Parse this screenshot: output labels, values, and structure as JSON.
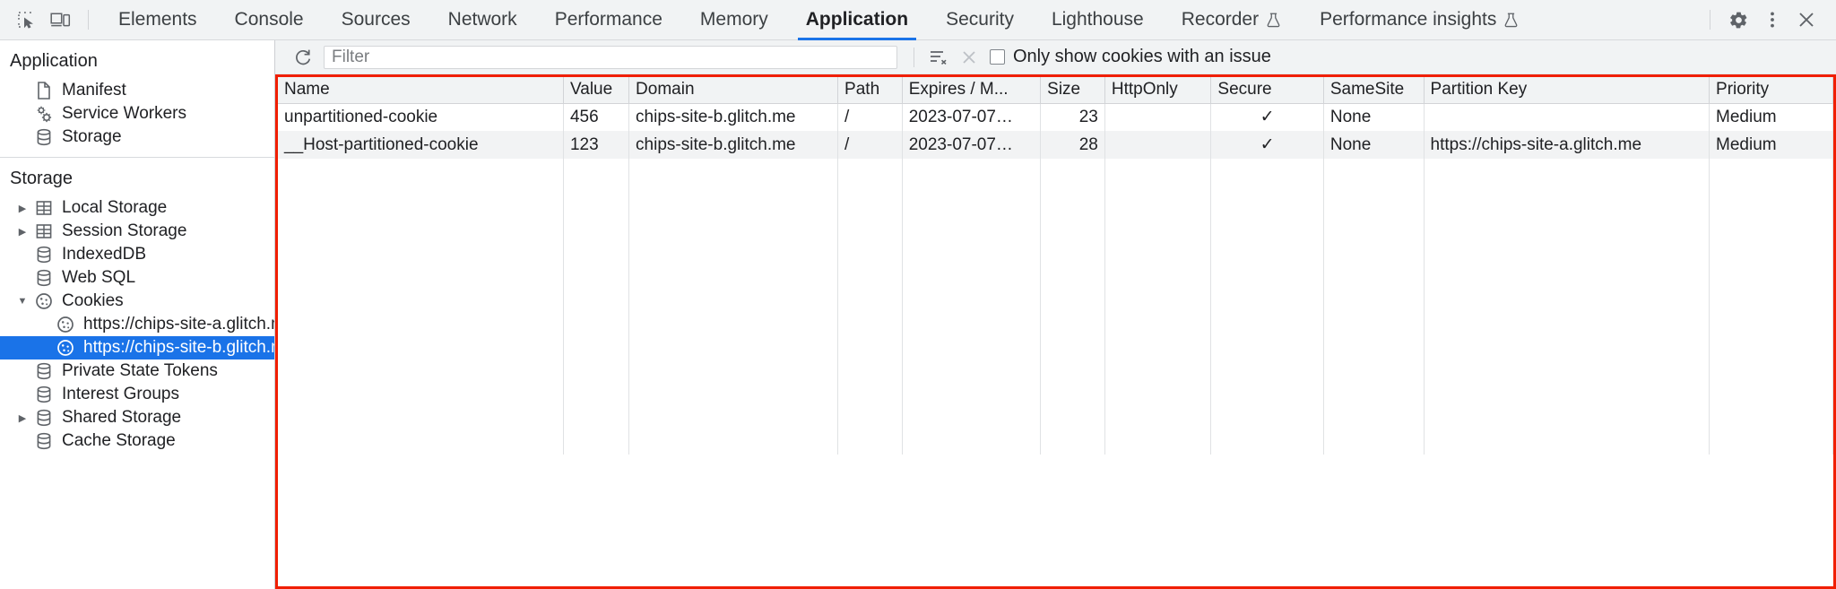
{
  "toolbar": {
    "inspect_icon": "inspect-element-icon",
    "device_icon": "device-toolbar-icon",
    "tabs": [
      {
        "label": "Elements",
        "active": false,
        "experiment": false
      },
      {
        "label": "Console",
        "active": false,
        "experiment": false
      },
      {
        "label": "Sources",
        "active": false,
        "experiment": false
      },
      {
        "label": "Network",
        "active": false,
        "experiment": false
      },
      {
        "label": "Performance",
        "active": false,
        "experiment": false
      },
      {
        "label": "Memory",
        "active": false,
        "experiment": false
      },
      {
        "label": "Application",
        "active": true,
        "experiment": false
      },
      {
        "label": "Security",
        "active": false,
        "experiment": false
      },
      {
        "label": "Lighthouse",
        "active": false,
        "experiment": false
      },
      {
        "label": "Recorder",
        "active": false,
        "experiment": true
      },
      {
        "label": "Performance insights",
        "active": false,
        "experiment": true
      }
    ],
    "settings_icon": "gear-icon",
    "more_icon": "kebab-menu-icon",
    "close_icon": "close-icon",
    "active_tab_accent": "#1a73e8"
  },
  "sidebar": {
    "sections": [
      {
        "title": "Application",
        "items": [
          {
            "label": "Manifest",
            "icon": "document-icon",
            "twisty": "none",
            "indent": 1,
            "selected": false
          },
          {
            "label": "Service Workers",
            "icon": "gears-icon",
            "twisty": "none",
            "indent": 1,
            "selected": false
          },
          {
            "label": "Storage",
            "icon": "database-icon",
            "twisty": "none",
            "indent": 1,
            "selected": false
          }
        ]
      },
      {
        "title": "Storage",
        "items": [
          {
            "label": "Local Storage",
            "icon": "table-icon",
            "twisty": "collapsed",
            "indent": 1,
            "selected": false
          },
          {
            "label": "Session Storage",
            "icon": "table-icon",
            "twisty": "collapsed",
            "indent": 1,
            "selected": false
          },
          {
            "label": "IndexedDB",
            "icon": "database-icon",
            "twisty": "none",
            "indent": 1,
            "selected": false
          },
          {
            "label": "Web SQL",
            "icon": "database-icon",
            "twisty": "none",
            "indent": 1,
            "selected": false
          },
          {
            "label": "Cookies",
            "icon": "cookie-icon",
            "twisty": "expanded",
            "indent": 1,
            "selected": false
          },
          {
            "label": "https://chips-site-a.glitch.me",
            "icon": "cookie-icon",
            "twisty": "none",
            "indent": 2,
            "selected": false
          },
          {
            "label": "https://chips-site-b.glitch.me",
            "icon": "cookie-icon",
            "twisty": "none",
            "indent": 2,
            "selected": true
          },
          {
            "label": "Private State Tokens",
            "icon": "database-icon",
            "twisty": "none",
            "indent": 1,
            "selected": false
          },
          {
            "label": "Interest Groups",
            "icon": "database-icon",
            "twisty": "none",
            "indent": 1,
            "selected": false
          },
          {
            "label": "Shared Storage",
            "icon": "database-icon",
            "twisty": "collapsed",
            "indent": 1,
            "selected": false
          },
          {
            "label": "Cache Storage",
            "icon": "database-icon",
            "twisty": "none",
            "indent": 1,
            "selected": false
          }
        ]
      }
    ],
    "selection_color": "#1a73e8"
  },
  "filterbar": {
    "refresh_icon": "refresh-icon",
    "filter_placeholder": "Filter",
    "filter_value": "",
    "clear_filter_icon": "clear-filter-icon",
    "clear_icon": "close-icon",
    "issue_checkbox_label": "Only show cookies with an issue",
    "issue_checkbox_checked": false
  },
  "cookie_table": {
    "highlight_color": "#f01e00",
    "columns": [
      "Name",
      "Value",
      "Domain",
      "Path",
      "Expires / M...",
      "Size",
      "HttpOnly",
      "Secure",
      "SameSite",
      "Partition Key",
      "Priority"
    ],
    "rows": [
      {
        "name": "unpartitioned-cookie",
        "value": "456",
        "domain": "chips-site-b.glitch.me",
        "path": "/",
        "expires": "2023-07-07…",
        "size": "23",
        "httponly": "",
        "secure": "✓",
        "samesite": "None",
        "partition_key": "",
        "priority": "Medium"
      },
      {
        "name": "__Host-partitioned-cookie",
        "value": "123",
        "domain": "chips-site-b.glitch.me",
        "path": "/",
        "expires": "2023-07-07…",
        "size": "28",
        "httponly": "",
        "secure": "✓",
        "samesite": "None",
        "partition_key": "https://chips-site-a.glitch.me",
        "priority": "Medium"
      }
    ]
  }
}
